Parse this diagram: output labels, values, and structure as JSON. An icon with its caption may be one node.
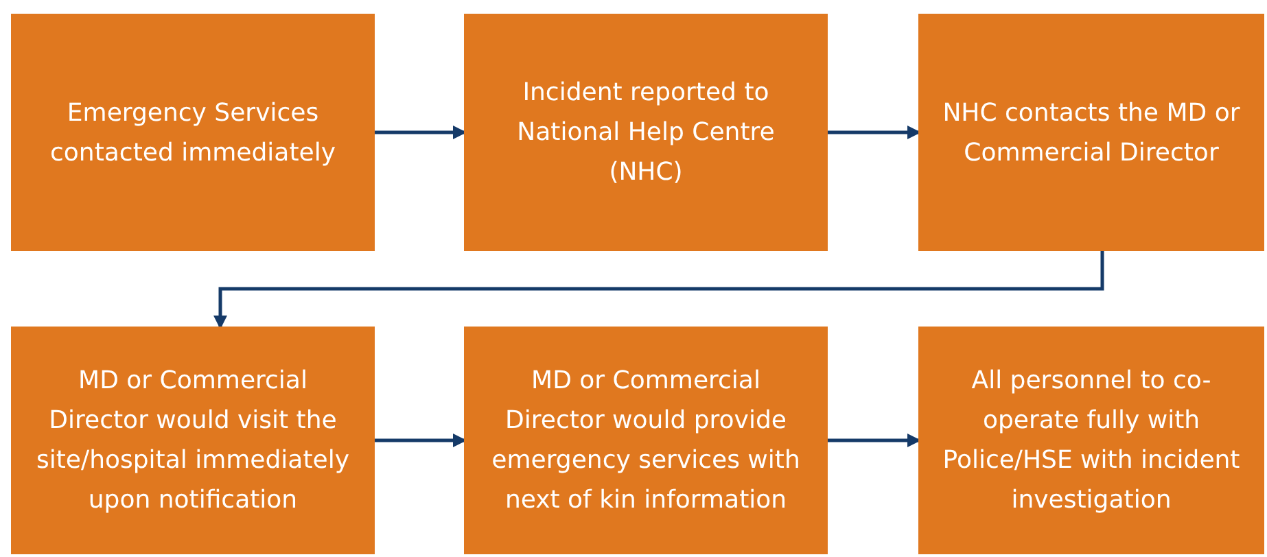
{
  "diagram": {
    "nodes": [
      {
        "text": [
          "Emergency Services contacted immediately"
        ]
      },
      {
        "text": [
          "Incident reported to National Help Centre (NHC)"
        ]
      },
      {
        "text": [
          "NHC contacts the MD or Commercial Director"
        ]
      },
      {
        "text": [
          "MD or Commercial Director would visit the site/hospital immediately upon notification"
        ]
      },
      {
        "text": [
          "MD or Commercial Director would provide emergency services with next of kin information"
        ]
      },
      {
        "text": [
          "All personnel to co-operate fully with Police/HSE with incident investigation"
        ]
      }
    ],
    "edges": [
      {
        "from": 0,
        "to": 1,
        "arrow": "to"
      },
      {
        "from": 1,
        "to": 2,
        "arrow": "to"
      },
      {
        "from": 2,
        "to": 3,
        "arrow": "to"
      },
      {
        "from": 3,
        "to": 4,
        "arrow": "to"
      },
      {
        "from": 4,
        "to": 5,
        "arrow": "to"
      }
    ]
  }
}
